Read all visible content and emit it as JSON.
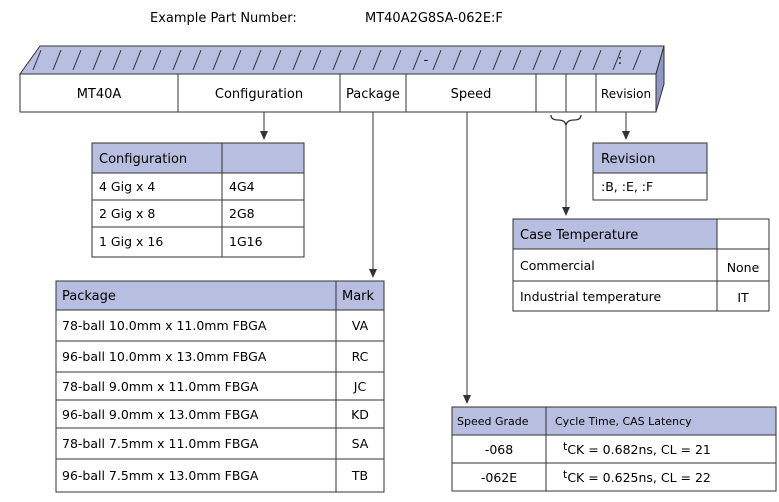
{
  "title": {
    "label": "Example Part Number:",
    "value": "MT40A2G8SA-062E:F"
  },
  "part_number": {
    "separator_dash": "-",
    "separator_colon": ":",
    "fields": [
      "MT40A",
      "Configuration",
      "Package",
      "Speed",
      "",
      "",
      "Revision"
    ]
  },
  "configuration_table": {
    "headers": [
      "Configuration",
      ""
    ],
    "rows": [
      [
        "4 Gig x 4",
        "4G4"
      ],
      [
        "2 Gig x 8",
        "2G8"
      ],
      [
        "1 Gig x 16",
        "1G16"
      ]
    ]
  },
  "revision_table": {
    "header": "Revision",
    "value": ":B, :E, :F"
  },
  "case_temperature_table": {
    "headers": [
      "Case Temperature",
      ""
    ],
    "rows": [
      [
        "Commercial",
        "None"
      ],
      [
        "Industrial temperature",
        "IT"
      ]
    ]
  },
  "package_table": {
    "headers": [
      "Package",
      "Mark"
    ],
    "rows": [
      [
        "78-ball 10.0mm x 11.0mm FBGA",
        "VA"
      ],
      [
        "96-ball 10.0mm x 13.0mm FBGA",
        "RC"
      ],
      [
        "78-ball 9.0mm x 11.0mm FBGA",
        "JC"
      ],
      [
        "96-ball 9.0mm x 13.0mm FBGA",
        "KD"
      ],
      [
        "78-ball 7.5mm x 11.0mm FBGA",
        "SA"
      ],
      [
        "96-ball 7.5mm x 13.0mm FBGA",
        "TB"
      ]
    ]
  },
  "speed_table": {
    "headers": [
      "Speed Grade",
      "Cycle Time, CAS Latency"
    ],
    "rows": [
      {
        "grade": "-068",
        "symbol": "t",
        "param": "CK",
        "value": " = 0.682ns, CL = 21"
      },
      {
        "grade": "-062E",
        "symbol": "t",
        "param": "CK",
        "value": " = 0.625ns, CL = 22"
      }
    ]
  },
  "colors": {
    "header_fill": "#b7bedf",
    "bar_top": "#b7bedf",
    "bar_side": "#8f97c4",
    "border": "#333333"
  }
}
